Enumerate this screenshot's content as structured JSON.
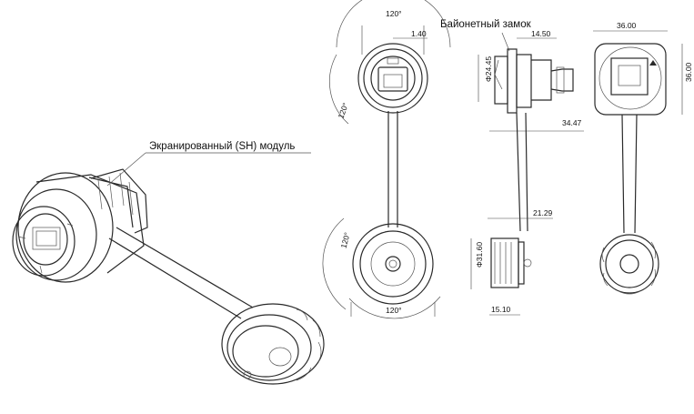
{
  "labels": {
    "shielded_module": "Экранированный (SH) модуль",
    "bayonet_lock": "Байонетный замок"
  },
  "dimensions": {
    "angle_top": "120°",
    "angle_left_top": "120°",
    "angle_left_bottom": "120°",
    "angle_bottom": "120°",
    "d_1_40": "1.40",
    "d_14_50": "14.50",
    "d_24_45": "Φ24.45",
    "d_34_47": "34.47",
    "d_21_29": "21.29",
    "d_31_60": "Φ31.60",
    "d_15_10": "15.10",
    "d_36_00_w": "36.00",
    "d_36_00_h": "36.00"
  }
}
